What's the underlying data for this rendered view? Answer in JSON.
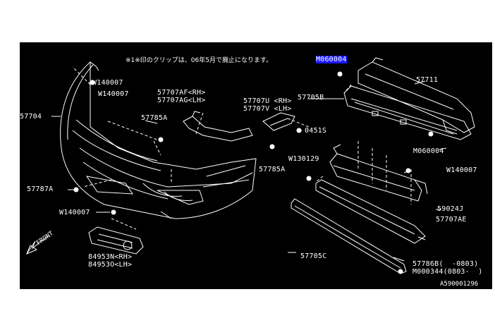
{
  "diagram": {
    "note": "※1※印のクリップは、06年5月で廃止になります。",
    "figure_code": "A590001296",
    "direction_label": "FRONT",
    "highlight_color": "#1a1aff",
    "parts": {
      "m060004_top": "M060004",
      "p57711": "57711",
      "p57705b": "57705B",
      "w140007_a": "W140007",
      "w140007_b": "W140007",
      "p57707af": "57707AF<RH>",
      "p57707ag": "57707AG<LH>",
      "p57707u": "57707U <RH>",
      "p57707v": "57707V <LH>",
      "p57704": "57704",
      "p57785a_1": "57785A",
      "p0451s": "0451S",
      "m060004_bot": "M060004",
      "p57785a_2": "57785A",
      "w130129": "W130129",
      "w140007_c": "W140007",
      "p57787a": "57787A",
      "p59024j": "59024J",
      "w140007_d": "W140007",
      "p57707ae": "57707AE",
      "p84953n": "84953N<RH>",
      "p84953o": "84953O<LH>",
      "p57705c": "57705C",
      "p57786b": "57786B(  -0803)",
      "m000344": "M000344(0803-  )"
    }
  }
}
